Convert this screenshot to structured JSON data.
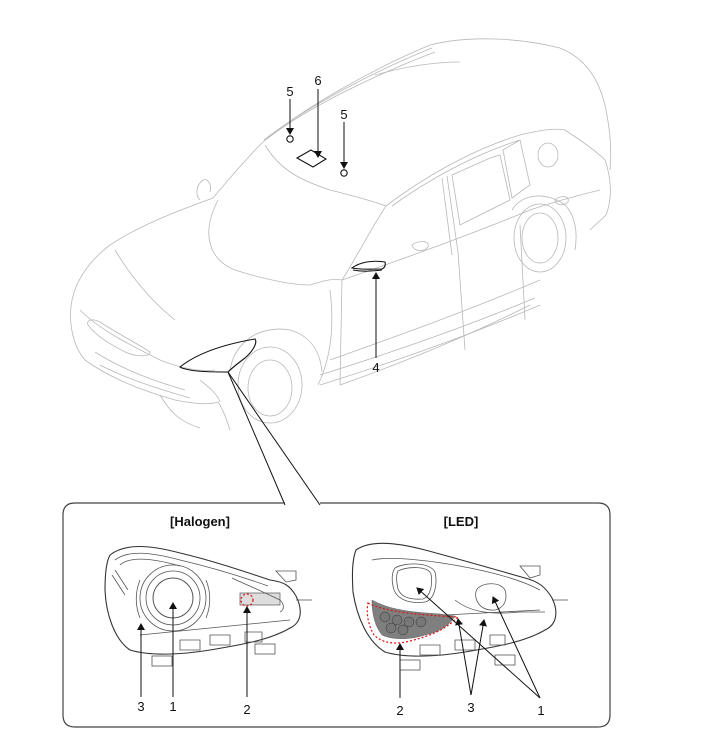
{
  "diagram": {
    "subject": "Vehicle lamp / sensor component location",
    "overview_callouts": [
      {
        "id": "callout-5a",
        "label": "5"
      },
      {
        "id": "callout-6",
        "label": "6"
      },
      {
        "id": "callout-5b",
        "label": "5"
      },
      {
        "id": "callout-4",
        "label": "4"
      }
    ],
    "inset": {
      "halogen": {
        "title": "[Halogen]",
        "callouts": [
          {
            "label": "3"
          },
          {
            "label": "1"
          },
          {
            "label": "2"
          }
        ]
      },
      "led": {
        "title": "[LED]",
        "callouts": [
          {
            "label": "2"
          },
          {
            "label": "3"
          },
          {
            "label": "1"
          }
        ]
      }
    },
    "colors": {
      "line_art": "#b8b8b8",
      "callout": "#111111",
      "highlight_dashed": "#e01010"
    }
  }
}
